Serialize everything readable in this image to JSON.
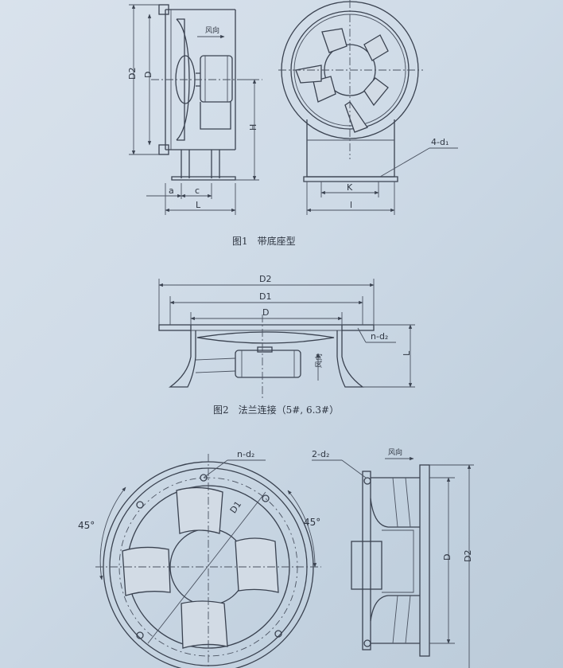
{
  "fig1": {
    "caption": "图1　带底座型",
    "labels": {
      "d2": "D2",
      "d": "D",
      "h": "H",
      "a": "a",
      "c": "c",
      "l": "L",
      "k": "K",
      "l2": "l",
      "holes": "4-d₁",
      "wind": "风向"
    }
  },
  "fig2": {
    "caption": "图2　法兰连接（5#, 6.3#）",
    "labels": {
      "d2": "D2",
      "d1": "D1",
      "d": "D",
      "nd2": "n-d₂",
      "l": "L",
      "wind": "风向"
    }
  },
  "fig3": {
    "labels": {
      "nd2": "n-d₂",
      "d1": "D1",
      "angle_left": "45°",
      "angle_right": "45°",
      "holes": "2-d₂",
      "wind": "风向",
      "d": "D",
      "d2": "D2"
    }
  }
}
